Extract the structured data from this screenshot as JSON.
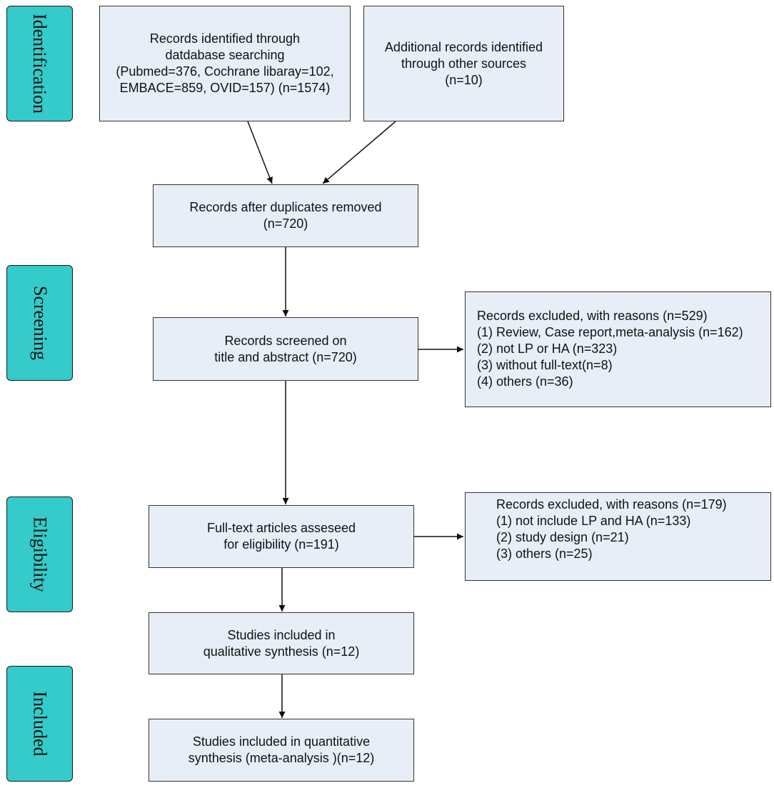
{
  "stages": {
    "identification": "Identification",
    "screening": "Screening",
    "eligibility": "Eligibility",
    "included": "Included"
  },
  "boxes": {
    "database_search": [
      "Records identified through",
      "datdabase searching",
      "(Pubmed=376, Cochrane libaray=102,",
      "EMBACE=859, OVID=157) (n=1574)"
    ],
    "other_sources": [
      "Additional records identified",
      "through other sources",
      "(n=10)"
    ],
    "after_duplicates": [
      "Records after duplicates removed",
      "(n=720)"
    ],
    "screened": [
      "Records screened on",
      "title and abstract (n=720)"
    ],
    "excluded_screening": [
      "Records excluded, with reasons (n=529)",
      "(1) Review, Case report,meta-analysis (n=162)",
      "(2) not LP or HA (n=323)",
      "(3) without full-text(n=8)",
      "(4) others (n=36)"
    ],
    "fulltext": [
      "Full-text articles asseseed",
      "for eligibility (n=191)"
    ],
    "excluded_fulltext": [
      "Records excluded, with reasons (n=179)",
      "(1) not include LP and HA (n=133)",
      "(2) study design (n=21)",
      "(3) others (n=25)"
    ],
    "qualitative": [
      "Studies included in",
      "qualitative synthesis (n=12)"
    ],
    "quantitative": [
      "Studies included in quantitative",
      "synthesis (meta-analysis )(n=12)"
    ]
  }
}
